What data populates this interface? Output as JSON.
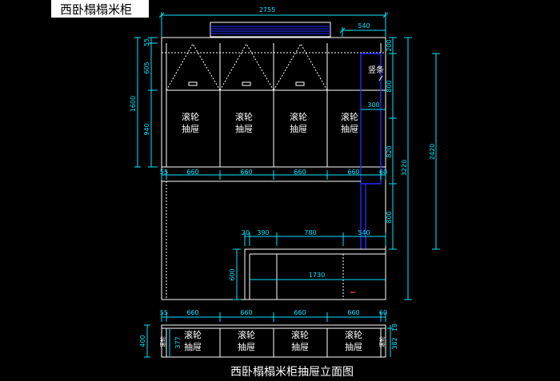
{
  "title": "西卧榻榻米柜",
  "caption": "西卧榻榻米柜抽屉立面图",
  "colors": {
    "background": "#000000",
    "outline": "#ffffff",
    "dimension": "#00e5ff",
    "accent": "#1f2bff",
    "marker": "#ff3030"
  },
  "labels": {
    "drawer_line1": "滚轮",
    "drawer_line2": "抽屉",
    "vertical_plank": "竖条"
  },
  "dims": {
    "overall_width": "2755",
    "top_right_width": "540",
    "upper_left_55": "55",
    "upper_left_605": "605",
    "upper_left_940": "940",
    "upper_left_1600": "1600",
    "upper_bottom_55": "55",
    "upper_bottom_660_a": "660",
    "upper_bottom_660_b": "660",
    "upper_bottom_660_c": "660",
    "upper_bottom_660_d": "660",
    "upper_bottom_60": "60",
    "right_200": "200",
    "right_800_a": "800",
    "right_300": "300",
    "right_820": "820",
    "right_800_b": "800",
    "right_3220": "3220",
    "right_2420": "2420",
    "mid_20": "20",
    "mid_390": "390",
    "mid_780": "780",
    "mid_540": "540",
    "mid_600": "600",
    "mid_1730": "1730",
    "lower_55": "55",
    "lower_660_a": "660",
    "lower_660_b": "660",
    "lower_660_c": "660",
    "lower_660_d": "660",
    "lower_60": "60",
    "lower_left_400": "400",
    "lower_inner_377": "377",
    "lower_right_382": "382",
    "lower_right_18": "18"
  }
}
